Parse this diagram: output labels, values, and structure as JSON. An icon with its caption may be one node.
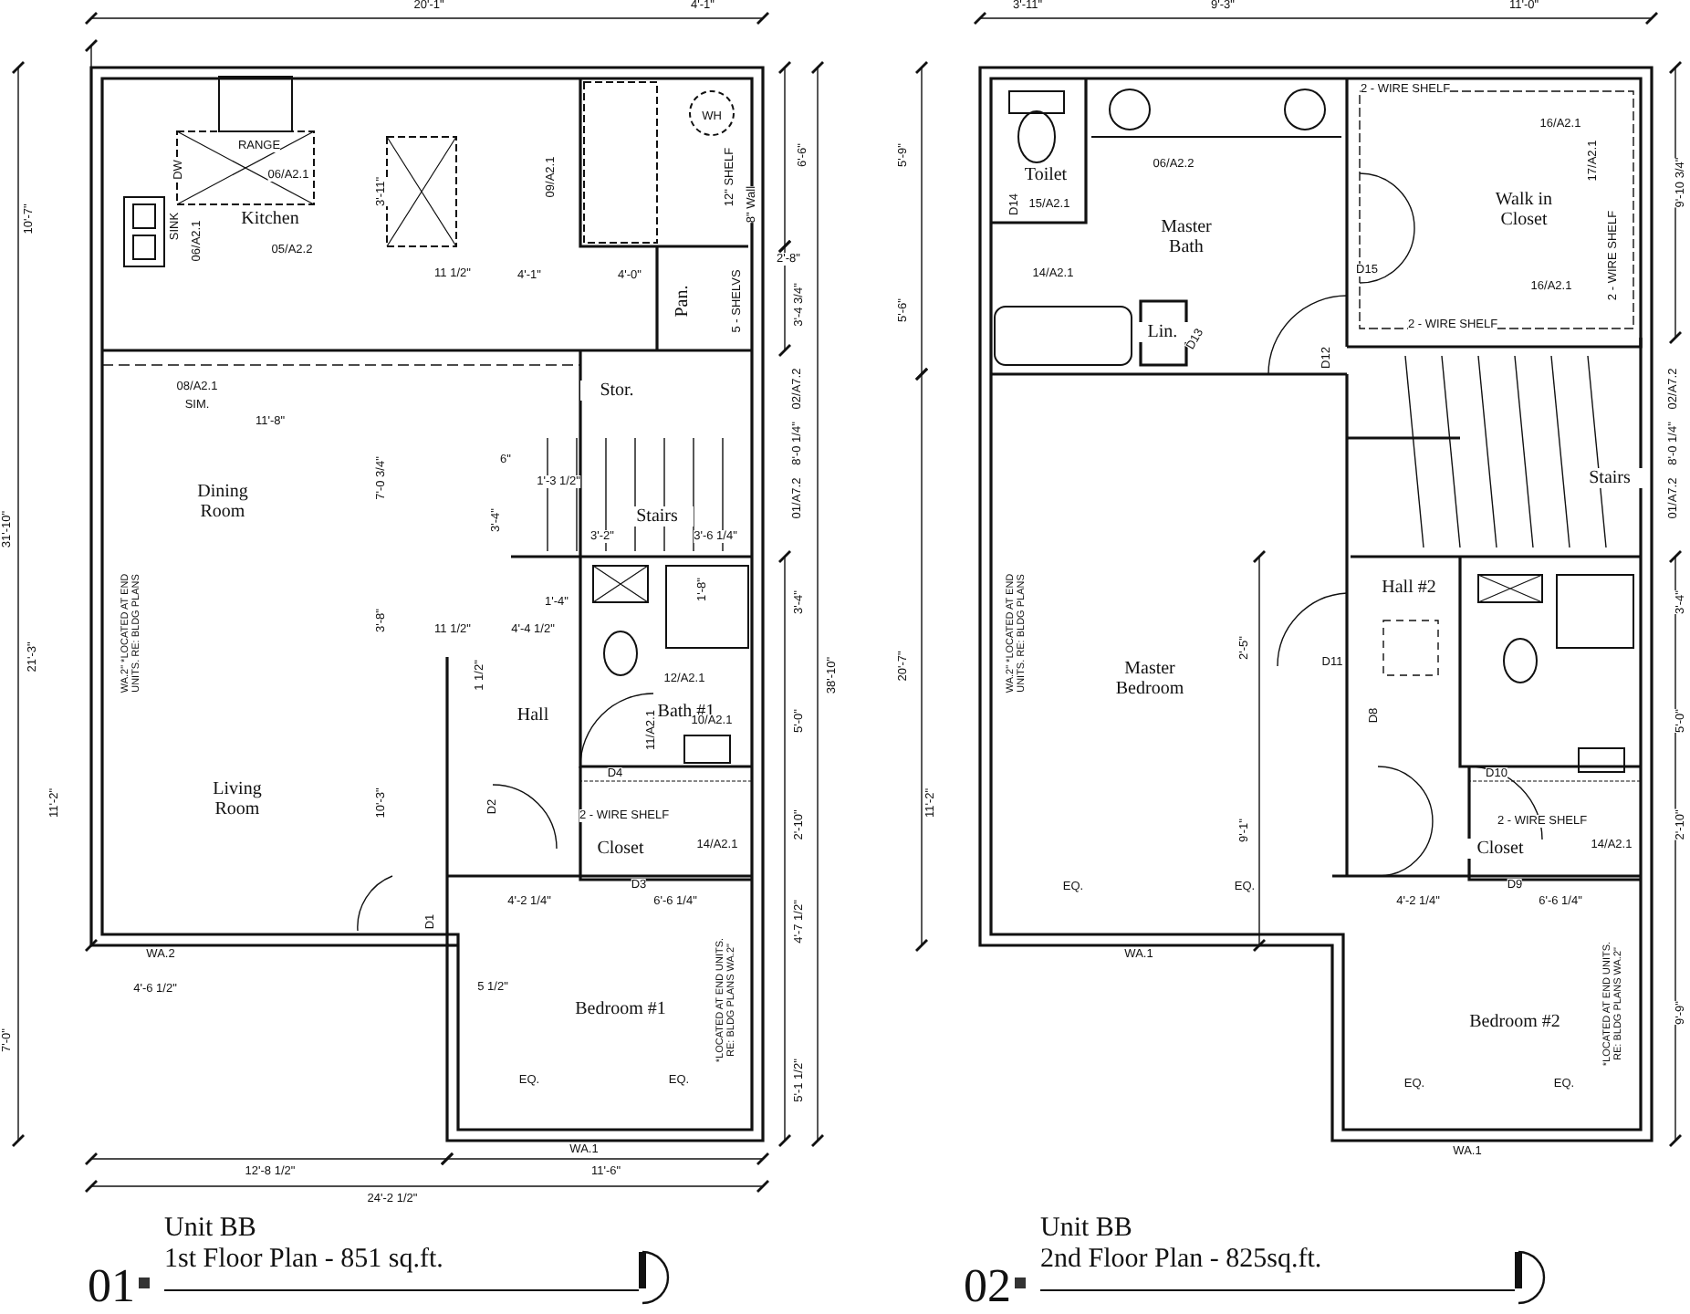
{
  "diagram": {
    "nodes": [
      {
        "text": [
          "Kitchen"
        ]
      },
      {
        "text": [
          "Pan."
        ]
      },
      {
        "text": [
          "Stor."
        ]
      },
      {
        "text": [
          "Stairs"
        ]
      },
      {
        "text": [
          "Dining Room"
        ]
      },
      {
        "text": [
          "Living Room"
        ]
      },
      {
        "text": [
          "Hall"
        ]
      },
      {
        "text": [
          "Bath #1"
        ]
      },
      {
        "text": [
          "Closet"
        ]
      },
      {
        "text": [
          "Bedroom #1"
        ]
      },
      {
        "text": [
          "Toilet"
        ]
      },
      {
        "text": [
          "Master Bath"
        ]
      },
      {
        "text": [
          "Walk in Closet"
        ]
      },
      {
        "text": [
          "Lin."
        ]
      },
      {
        "text": [
          "Stairs"
        ]
      },
      {
        "text": [
          "Hall #2"
        ]
      },
      {
        "text": [
          "Master Bedroom"
        ]
      },
      {
        "text": [
          "Closet"
        ]
      },
      {
        "text": [
          "Bedroom #2"
        ]
      }
    ],
    "edges": [],
    "labels": [
      "20'-1\"",
      "4'-1\"",
      "10'-7\"",
      "6'-6\"",
      "RANGE",
      "DW",
      "06/A2.1",
      "SINK",
      "06/A2.1",
      "05/A2.2",
      "3'-11\"",
      "09/A2.1",
      "WH",
      "12\" SHELF",
      "8\" Wall",
      "2'-8\"",
      "11 1/2\"",
      "4'-1\"",
      "4'-0\"",
      "5 - SHELVS",
      "3'-4 3/4\"",
      "08/A2.1",
      "SIM.",
      "11'-8\"",
      "7'-0 3/4\"",
      "02/A7.2",
      "8'-0 1/4\"",
      "01/A7.2",
      "6\"",
      "1'-3 1/2\"",
      "3'-4\"",
      "3'-2\"",
      "3'-6 1/4\"",
      "31'-10\"",
      "21'-3\"",
      "11'-2\"",
      "WA.2\" *LOCATED AT END UNITS. RE: BLDG PLANS",
      "3'-8\"",
      "1'-4\"",
      "1'-8\"",
      "11 1/2\"",
      "4'-4 1/2\"",
      "1 1/2\"",
      "3'-4\"",
      "12/A2.1",
      "10/A2.1",
      "11/A2.1",
      "38'-10\"",
      "5'-0\"",
      "D4",
      "D2",
      "10'-3\"",
      "2 - WIRE SHELF",
      "14/A2.1",
      "2'-10\"",
      "D3",
      "D1",
      "4'-2 1/4\"",
      "6'-6 1/4\"",
      "4'-7 1/2\"",
      "WA.2",
      "4'-6 1/2\"",
      "7'-0\"",
      "5 1/2\"",
      "*LOCATED AT END UNITS. RE: BLDG PLANS WA.2\"",
      "EQ.",
      "EQ.",
      "5'-1 1/2\"",
      "WA.1",
      "12'-8 1/2\"",
      "11'-6\"",
      "24'-2 1/2\"",
      "01",
      "Unit BB",
      "1st Floor Plan - 851 sq.ft.",
      "3'-11\"",
      "9'-3\"",
      "11'-0\"",
      "5'-9\"",
      "06/A2.2",
      "2 - WIRE SHELF",
      "16/A2.1",
      "17/A2.1",
      "9'-10 3/4\"",
      "D14",
      "15/A2.1",
      "5'-6\"",
      "14/A2.1",
      "D15",
      "16/A2.1",
      "2 - WIRE SHELF",
      "2 - WIRE SHELF",
      "D13",
      "D12",
      "02/A7.2",
      "8'-0 1/4\"",
      "01/A7.2",
      "20'-7\"",
      "11'-2\"",
      "WA.2\" *LOCATED AT END UNITS. RE: BLDG PLANS",
      "2'-5\"",
      "D11",
      "D8",
      "3'-4\"",
      "5'-0\"",
      "D10",
      "9'-1\"",
      "2 - WIRE SHELF",
      "14/A2.1",
      "2'-10\"",
      "EQ.",
      "EQ.",
      "D9",
      "4'-2 1/4\"",
      "6'-6 1/4\"",
      "WA.1",
      "*LOCATED AT END UNITS. RE: BLDG PLANS WA.2\"",
      "9'-9\"",
      "EQ.",
      "EQ.",
      "WA.1",
      "02",
      "Unit BB",
      "2nd Floor Plan - 825sq.ft."
    ]
  }
}
